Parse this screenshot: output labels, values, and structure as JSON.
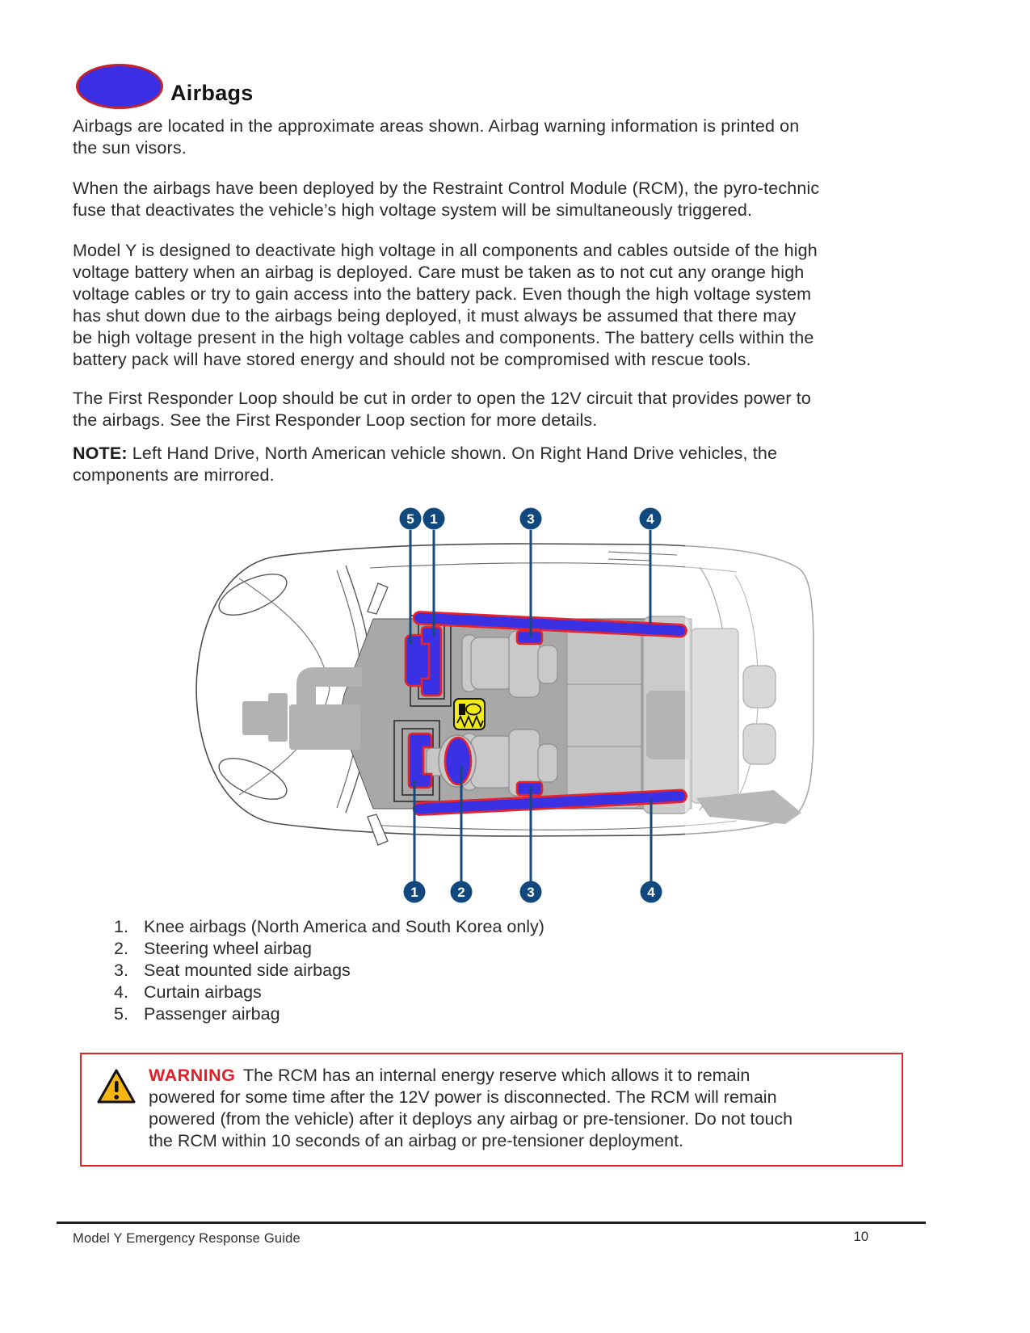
{
  "header": {
    "title": "Airbags"
  },
  "paragraphs": {
    "p1": "Airbags are located in the approximate areas shown. Airbag warning information is printed on\nthe sun visors.",
    "p2": "When the airbags have been deployed by the Restraint Control Module (RCM), the pyro-technic\nfuse that deactivates the vehicle’s high voltage system will be simultaneously triggered.",
    "p3": "Model Y is designed to deactivate high voltage in all components and cables outside of the high\nvoltage battery when an airbag is deployed. Care must be taken as to not cut any orange high\nvoltage cables or try to gain access into the battery pack. Even though the high voltage system\nhas shut down due to the airbags being deployed, it must always be assumed that there may\nbe high voltage present in the high voltage cables and components. The battery cells within the\nbattery pack will have stored energy and should not be compromised with rescue tools.",
    "p4": "The First Responder Loop should be cut in order to open the 12V circuit that provides power to\nthe airbags. See the First Responder Loop section for more details."
  },
  "note": {
    "label": "NOTE:",
    "text": " Left Hand Drive, North American vehicle shown. On Right Hand Drive vehicles, the\ncomponents are mirrored."
  },
  "diagram": {
    "top_callouts": [
      "5",
      "1",
      "3",
      "4"
    ],
    "bottom_callouts": [
      "1",
      "2",
      "3",
      "4"
    ]
  },
  "legend": [
    {
      "num": "1.",
      "label": "Knee airbags (North America and South Korea only)"
    },
    {
      "num": "2.",
      "label": "Steering wheel airbag"
    },
    {
      "num": "3.",
      "label": "Seat mounted side airbags"
    },
    {
      "num": "4.",
      "label": "Curtain airbags"
    },
    {
      "num": "5.",
      "label": "Passenger airbag"
    }
  ],
  "warning": {
    "label": "WARNING",
    "text": " The RCM has an internal energy reserve which allows it to remain\npowered for some time after the 12V power is disconnected. The RCM will remain\npowered (from the vehicle) after it deploys any airbag or pre-tensioner. Do not touch\nthe RCM within 10 seconds of an airbag or pre-tensioner deployment."
  },
  "footer": {
    "title": "Model Y Emergency Response Guide",
    "page": "10"
  },
  "colors": {
    "airbag_blue": "#3a31e4",
    "airbag_outline_red": "#e8232a",
    "callout_navy": "#11497e",
    "warning_red": "#e41e26",
    "header_ellipse_blue": "#3a2fe4",
    "header_ellipse_border_red": "#c4232b",
    "pyro_icon_yellow": "#f2ea16"
  }
}
